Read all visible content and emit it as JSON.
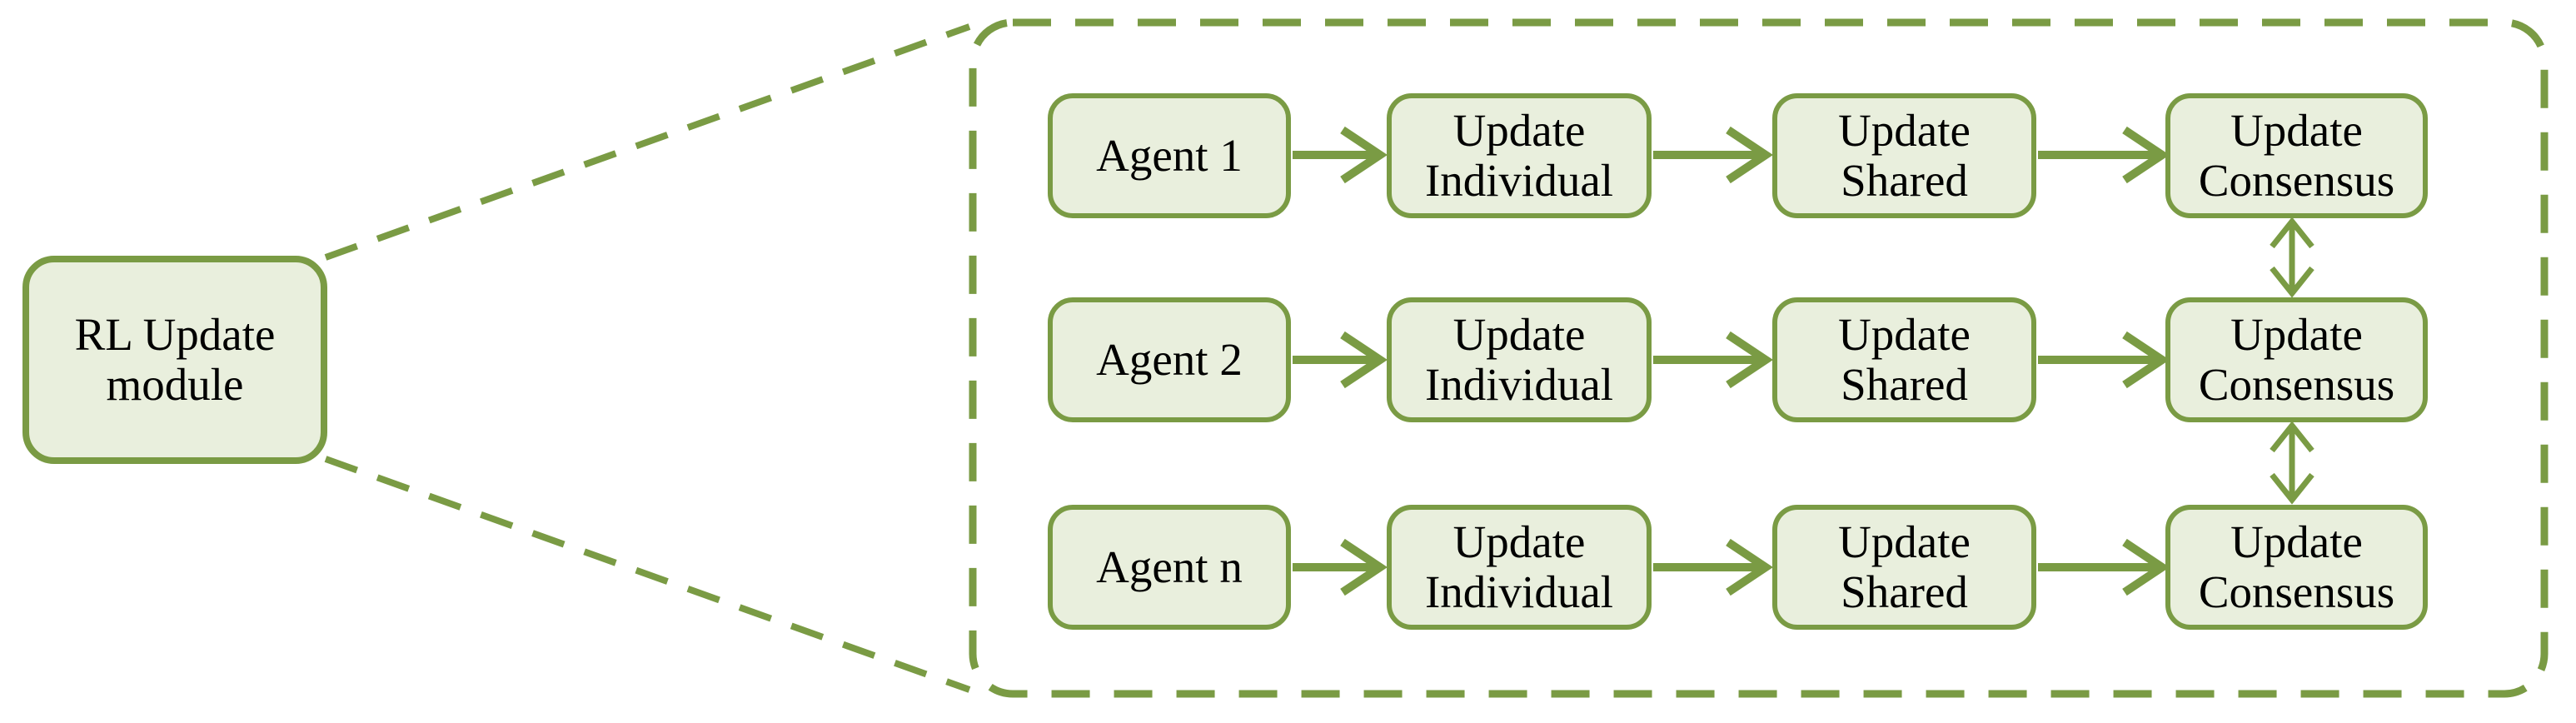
{
  "diagram": {
    "source": {
      "label": "RL Update\nmodule"
    },
    "rows": [
      {
        "agent": {
          "label": "Agent 1"
        },
        "steps": [
          {
            "label": "Update\nIndividual"
          },
          {
            "label": "Update\nShared"
          },
          {
            "label": "Update\nConsensus"
          }
        ]
      },
      {
        "agent": {
          "label": "Agent 2"
        },
        "steps": [
          {
            "label": "Update\nIndividual"
          },
          {
            "label": "Update\nShared"
          },
          {
            "label": "Update\nConsensus"
          }
        ]
      },
      {
        "agent": {
          "label": "Agent n"
        },
        "steps": [
          {
            "label": "Update\nIndividual"
          },
          {
            "label": "Update\nShared"
          },
          {
            "label": "Update\nConsensus"
          }
        ]
      }
    ],
    "colors": {
      "accent": "#7a9b44",
      "box_fill": "#e9efdd",
      "text": "#000000",
      "background": "#ffffff"
    }
  }
}
